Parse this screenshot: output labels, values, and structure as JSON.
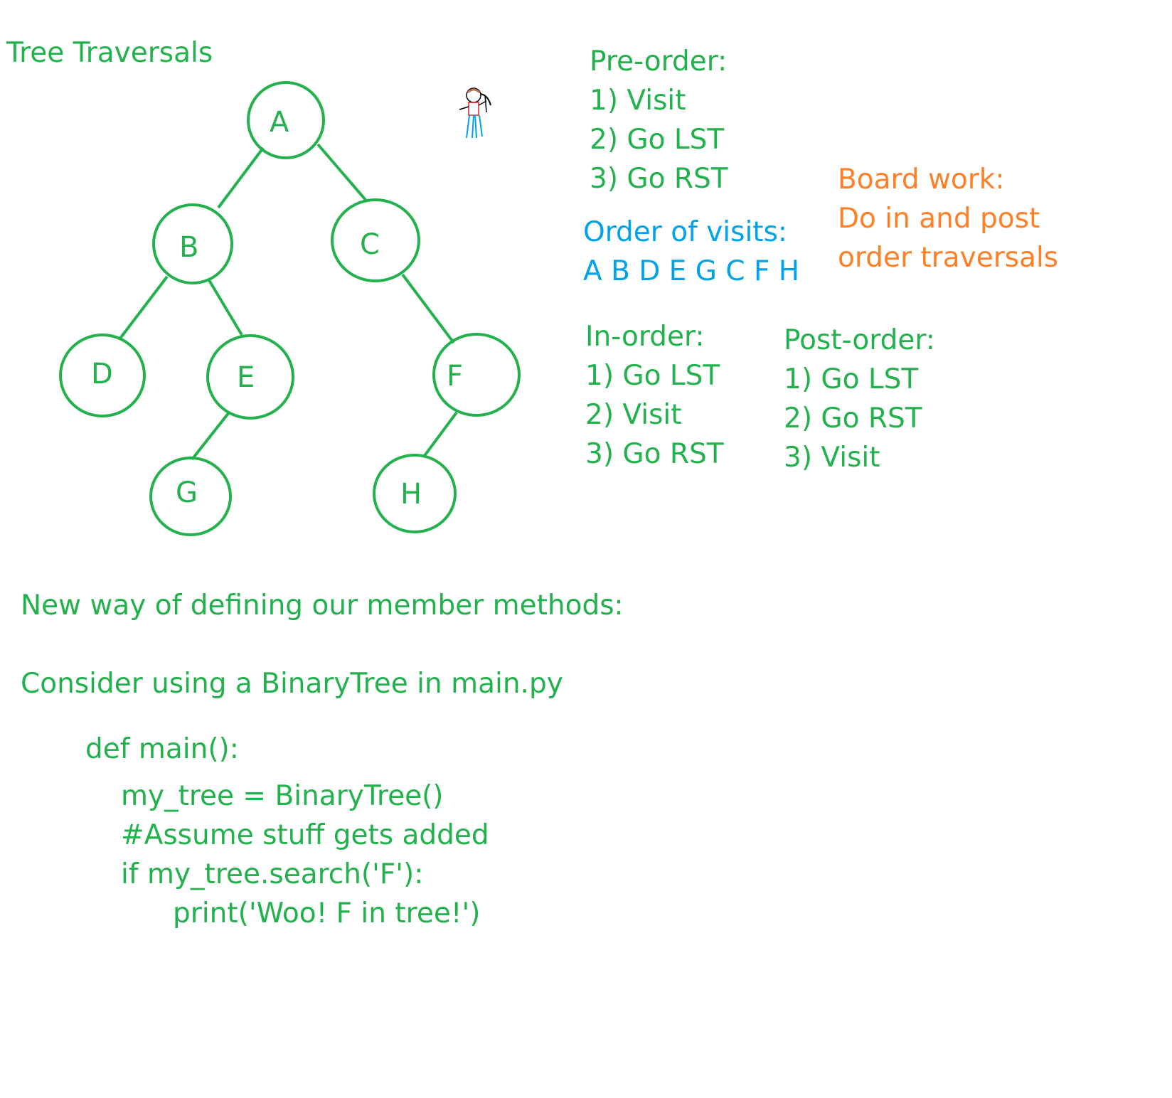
{
  "title": "Tree Traversals",
  "tree": {
    "nodes": [
      "A",
      "B",
      "C",
      "D",
      "E",
      "F",
      "G",
      "H"
    ],
    "edges": [
      [
        "A",
        "B"
      ],
      [
        "A",
        "C"
      ],
      [
        "B",
        "D"
      ],
      [
        "B",
        "E"
      ],
      [
        "C",
        "F"
      ],
      [
        "E",
        "G"
      ],
      [
        "F",
        "H"
      ]
    ],
    "color": "#22b14c"
  },
  "preorder": {
    "heading": "Pre-order:",
    "steps": [
      "1) Visit",
      "2) Go LST",
      "3) Go RST"
    ]
  },
  "visits": {
    "heading": "Order of visits:",
    "sequence": "A B D E G C F H",
    "color": "#00a2e8"
  },
  "board_work": {
    "lines": [
      "Board work:",
      "Do in and post",
      "order traversals"
    ],
    "color": "#ff7f27"
  },
  "inorder": {
    "heading": "In-order:",
    "steps": [
      "1) Go LST",
      "2) Visit",
      "3) Go RST"
    ]
  },
  "postorder": {
    "heading": "Post-order:",
    "steps": [
      "1) Go LST",
      "2) Go RST",
      "3) Visit"
    ]
  },
  "notes": {
    "member_methods": "New way of defining our member methods:",
    "consider": "Consider using a BinaryTree in main.py"
  },
  "code": {
    "lines": [
      "def main():",
      "my_tree = BinaryTree()",
      "#Assume stuff gets added",
      "if my_tree.search('F'):",
      "print('Woo! F in tree!')"
    ]
  },
  "doodle_icon": "person-with-pickaxe-icon"
}
